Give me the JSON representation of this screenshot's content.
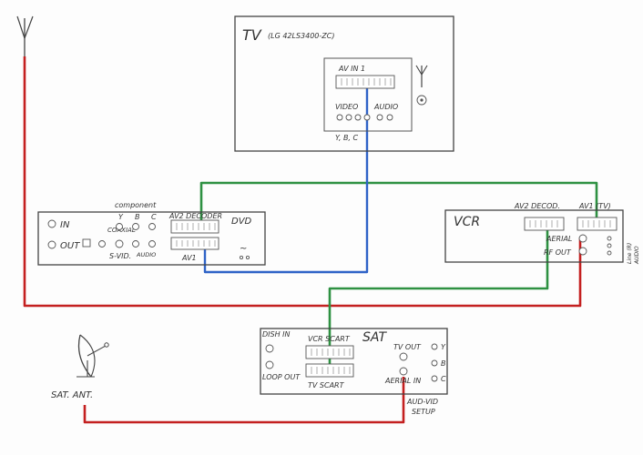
{
  "tv": {
    "title": "TV",
    "model": "(LG 42LS3400-ZC)",
    "av_in": "AV IN 1",
    "video": "VIDEO",
    "audio": "AUDIO",
    "ybc": "Y, B, C"
  },
  "dvd": {
    "title": "DVD",
    "component": "component",
    "in": "IN",
    "out": "OUT",
    "coaxial": "COAXIAL",
    "y": "Y",
    "b": "B",
    "c": "C",
    "av2_decoder": "AV2 DECODER",
    "av1": "AV1",
    "s_vid": "S-VID.",
    "audio": "AUDIO",
    "tilde": "~"
  },
  "vcr": {
    "title": "VCR",
    "av2_decod": "AV2 DECOD.",
    "av1_tv": "AV1 (TV)",
    "aerial": "AERIAL",
    "rf_out": "RF OUT",
    "side_audio": "AUDIO",
    "side_line": "Line (R)"
  },
  "sat": {
    "title": "SAT",
    "dish_in": "DISH IN",
    "loop_out": "LOOP OUT",
    "vcr_scart": "VCR SCART",
    "tv_scart": "TV SCART",
    "tv_out": "TV OUT",
    "aerial_in": "AERIAL IN",
    "y": "Y",
    "b": "B",
    "c": "C",
    "aud_vid": "AUD-VID",
    "setup": "SETUP"
  },
  "antenna": {
    "sat_ant": "SAT. ANT."
  },
  "colors": {
    "red_cable": "#c42020",
    "green_cable": "#2e9142",
    "blue_cable": "#2f63c7"
  }
}
